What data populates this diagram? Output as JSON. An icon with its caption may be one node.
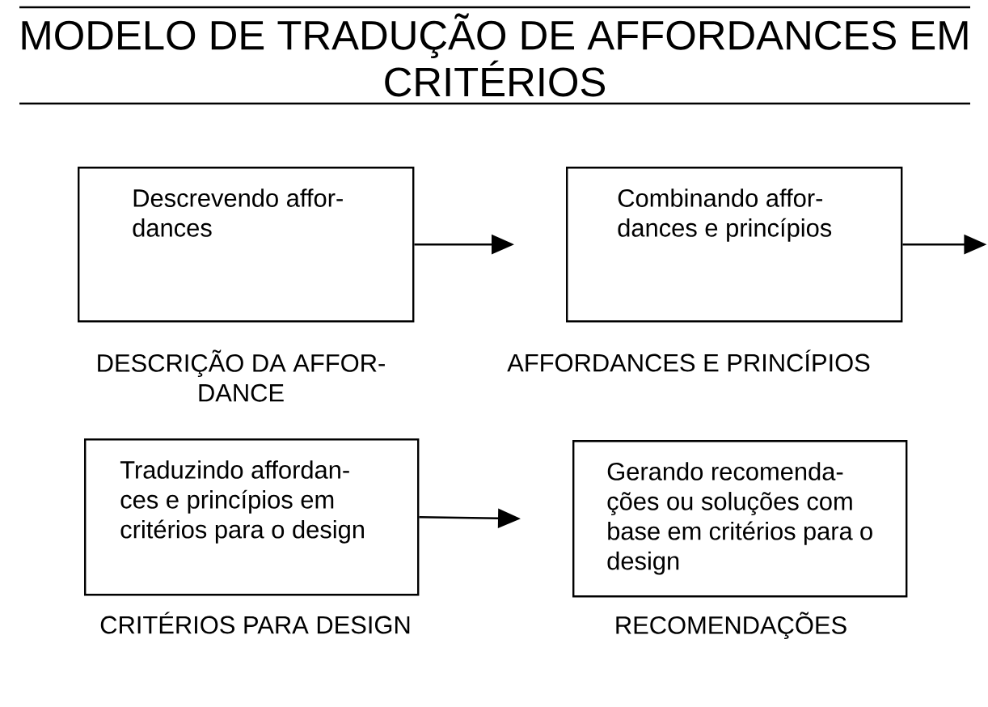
{
  "diagram": {
    "title": "MODELO DE TRADUÇÃO DE AFFORDANCES EM CRITÉRIOS",
    "nodes": [
      {
        "text": [
          "Descrevendo affor- dances"
        ],
        "beside": [
          "DESCRIÇÃO DA AFFOR- DANCE"
        ]
      },
      {
        "text": [
          "Combinando affor- dances e princípios"
        ],
        "beside": [
          "AFFORDANCES E PRINCÍPIOS"
        ]
      },
      {
        "text": [
          "Traduzindo affordan- ces e princípios em critérios para o design"
        ],
        "beside": [
          "CRITÉRIOS PARA DESIGN"
        ]
      },
      {
        "text": [
          "Gerando recomenda- ções ou soluções com base em critérios para o design"
        ],
        "beside": [
          "RECOMENDAÇÕES"
        ]
      }
    ],
    "edges": [
      {
        "from": 0,
        "to": 1,
        "arrow": "to"
      },
      {
        "from": 1,
        "to": null,
        "arrow": "to"
      },
      {
        "from": 2,
        "to": 3,
        "arrow": "to"
      }
    ]
  }
}
